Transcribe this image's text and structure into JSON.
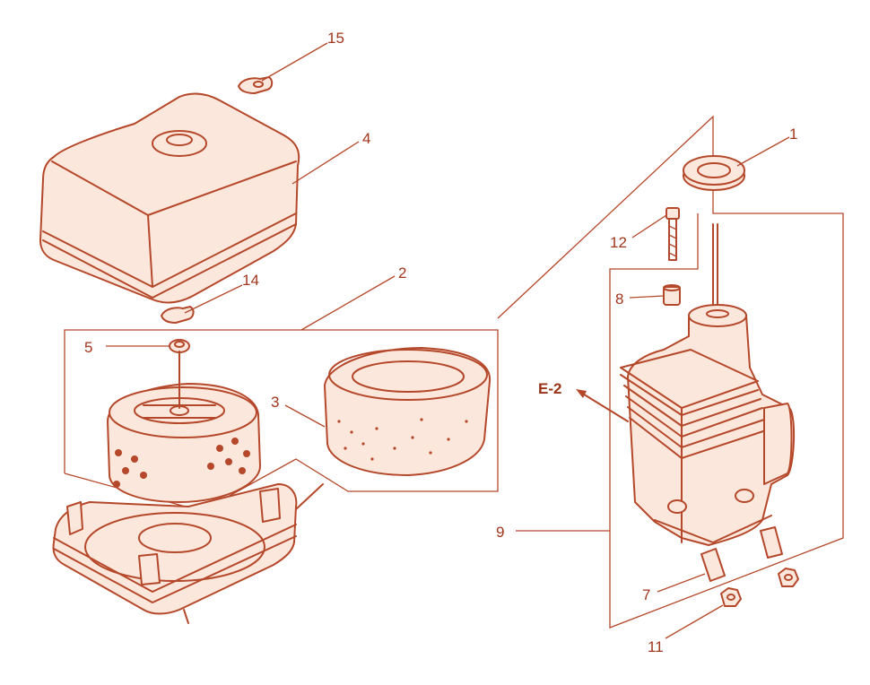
{
  "colors": {
    "line": "#b5482a",
    "fill": "#fbe7dc",
    "text": "#a0361c",
    "background": "#ffffff"
  },
  "callouts": {
    "c1": "1",
    "c2": "2",
    "c3": "3",
    "c4": "4",
    "c5": "5",
    "c7": "7",
    "c8": "8",
    "c9": "9",
    "c11": "11",
    "c12": "12",
    "c14": "14",
    "c15": "15"
  },
  "reference": "E-2"
}
